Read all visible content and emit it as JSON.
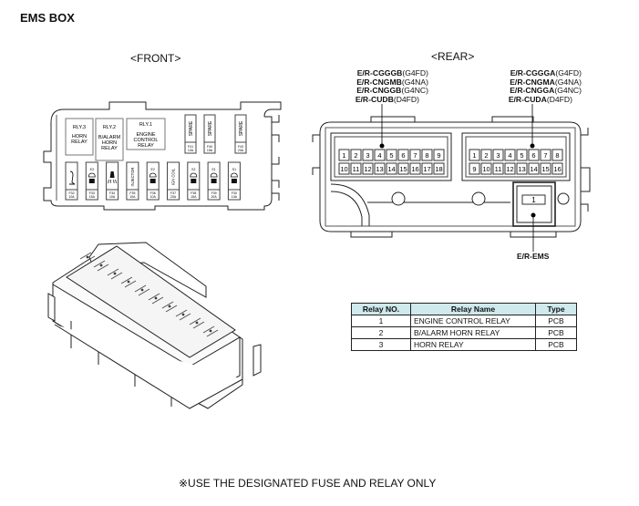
{
  "title": "EMS BOX",
  "front": {
    "label": "<FRONT>",
    "relays": [
      {
        "id": "RLY.3",
        "name_lines": [
          "HORN",
          "RELAY"
        ]
      },
      {
        "id": "RLY.2",
        "name_lines": [
          "B/ALARM",
          "HORN",
          "RELAY"
        ]
      },
      {
        "id": "RLY.1",
        "name_lines": [
          "ENGINE",
          "CONTROL",
          "RELAY"
        ]
      }
    ],
    "spare_fuses": [
      {
        "label": "SPARE",
        "fuse": "F41",
        "rating": "10A"
      },
      {
        "label": "SPARE",
        "fuse": "F40",
        "rating": "15A"
      },
      {
        "label": "SPARE",
        "fuse": "F43",
        "rating": "20A"
      }
    ],
    "fuses": [
      {
        "icon": "horn-icon",
        "text": "",
        "fuse": "F32",
        "rating": "10A"
      },
      {
        "icon": "engine-icon",
        "text": "E3",
        "fuse": "F33",
        "rating": "15A"
      },
      {
        "icon": "lamp-icon",
        "text": "",
        "fuse": "F34",
        "rating": "10A"
      },
      {
        "icon": "",
        "text": "INJECTOR",
        "fuse": "F35",
        "rating": "10A"
      },
      {
        "icon": "engine-icon",
        "text": "E2",
        "fuse": "F36",
        "rating": "10A"
      },
      {
        "icon": "",
        "text": "IGN COIL",
        "fuse": "F37",
        "rating": "20A"
      },
      {
        "icon": "engine-icon",
        "text": "S2",
        "fuse": "F38",
        "rating": "15A"
      },
      {
        "icon": "engine-icon",
        "text": "E1",
        "fuse": "F39",
        "rating": "20A"
      },
      {
        "icon": "engine-icon",
        "text": "S1",
        "fuse": "F30",
        "rating": "10A"
      }
    ]
  },
  "rear": {
    "label": "<REAR>",
    "left_connector": {
      "lines": [
        {
          "bold": "E/R-CGGGB",
          "normal": "(G4FD)"
        },
        {
          "bold": "E/R-CNGMB",
          "normal": "(G4NA)"
        },
        {
          "bold": "E/R-CNGGB",
          "normal": "(G4NC)"
        },
        {
          "bold": "E/R-CUDB",
          "normal": "(D4FD)"
        }
      ],
      "pins_row1": [
        "1",
        "2",
        "3",
        "4",
        "5",
        "6",
        "7",
        "8",
        "9"
      ],
      "pins_row2": [
        "10",
        "11",
        "12",
        "13",
        "14",
        "15",
        "16",
        "17",
        "18"
      ]
    },
    "right_connector": {
      "lines": [
        {
          "bold": "E/R-CGGGA",
          "normal": "(G4FD)"
        },
        {
          "bold": "E/R-CNGMA",
          "normal": "(G4NA)"
        },
        {
          "bold": "E/R-CNGGA",
          "normal": "(G4NC)"
        },
        {
          "bold": "E/R-CUDA",
          "normal": "(D4FD)"
        }
      ],
      "pins_row1": [
        "1",
        "2",
        "3",
        "4",
        "5",
        "6",
        "7",
        "8"
      ],
      "pins_row2": [
        "9",
        "10",
        "11",
        "12",
        "13",
        "14",
        "15",
        "16"
      ]
    },
    "ems_connector": {
      "pin": "1",
      "label": "E/R-EMS"
    }
  },
  "relay_table": {
    "headers": [
      "Relay NO.",
      "Relay Name",
      "Type"
    ],
    "rows": [
      [
        "1",
        "ENGINE CONTROL RELAY",
        "PCB"
      ],
      [
        "2",
        "B/ALARM HORN RELAY",
        "PCB"
      ],
      [
        "3",
        "HORN RELAY",
        "PCB"
      ]
    ]
  },
  "note": "※USE THE DESIGNATED FUSE AND RELAY ONLY"
}
